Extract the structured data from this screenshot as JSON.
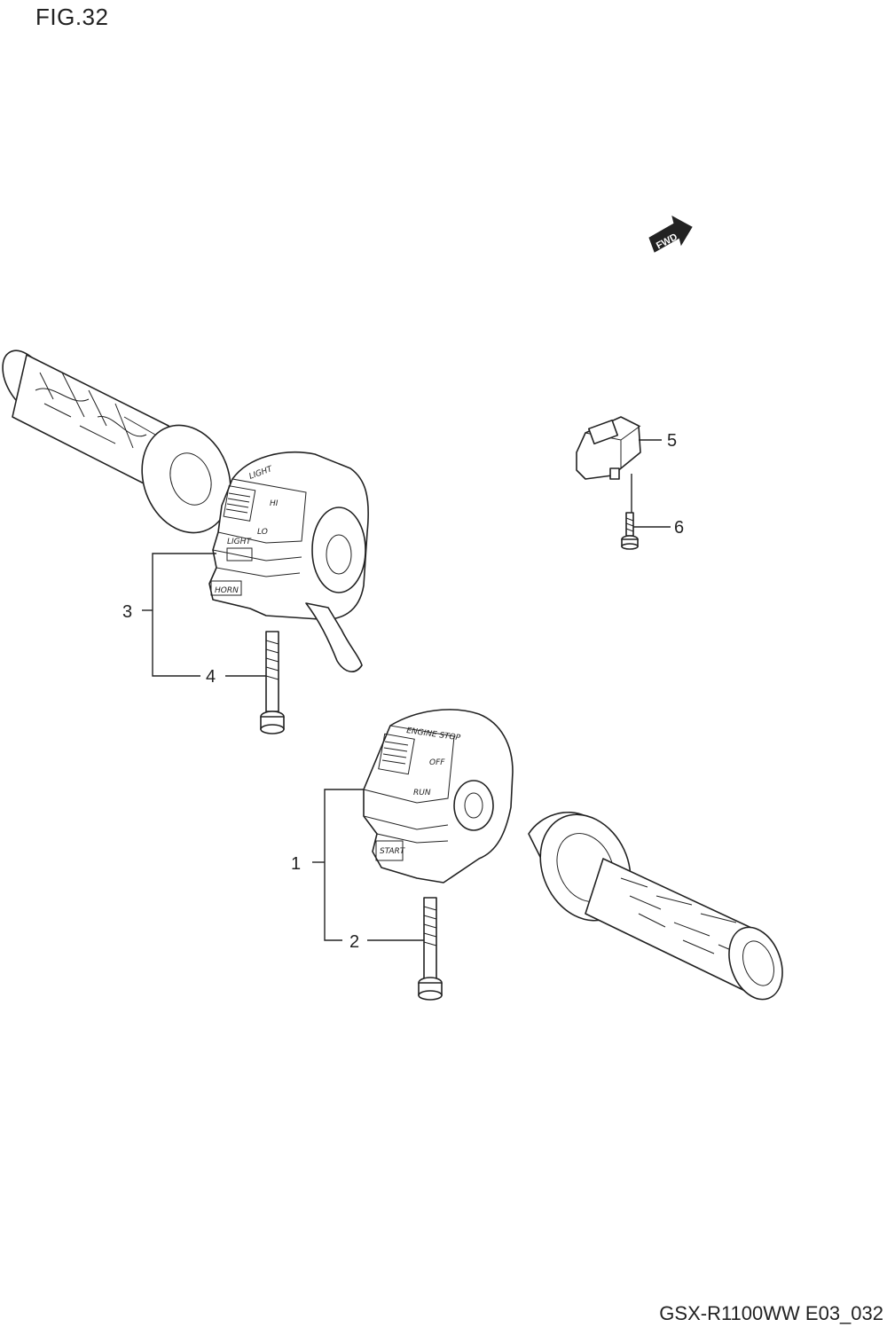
{
  "figure": {
    "title": "FIG.32",
    "footer": "GSX-R1100WW  E03_032"
  },
  "fwd_arrow": {
    "label": "FWD"
  },
  "callouts": [
    {
      "number": "1",
      "part": "right handlebar switch"
    },
    {
      "number": "2",
      "part": "right switch screw"
    },
    {
      "number": "3",
      "part": "left handlebar switch"
    },
    {
      "number": "4",
      "part": "left switch screw"
    },
    {
      "number": "5",
      "part": "switch"
    },
    {
      "number": "6",
      "part": "switch screw"
    }
  ],
  "switch_markings": {
    "left": [
      "LIGHT",
      "HI",
      "LO",
      "LIGHT",
      "HORN"
    ],
    "right": [
      "ENGINE STOP",
      "OFF",
      "RUN",
      "START"
    ]
  }
}
